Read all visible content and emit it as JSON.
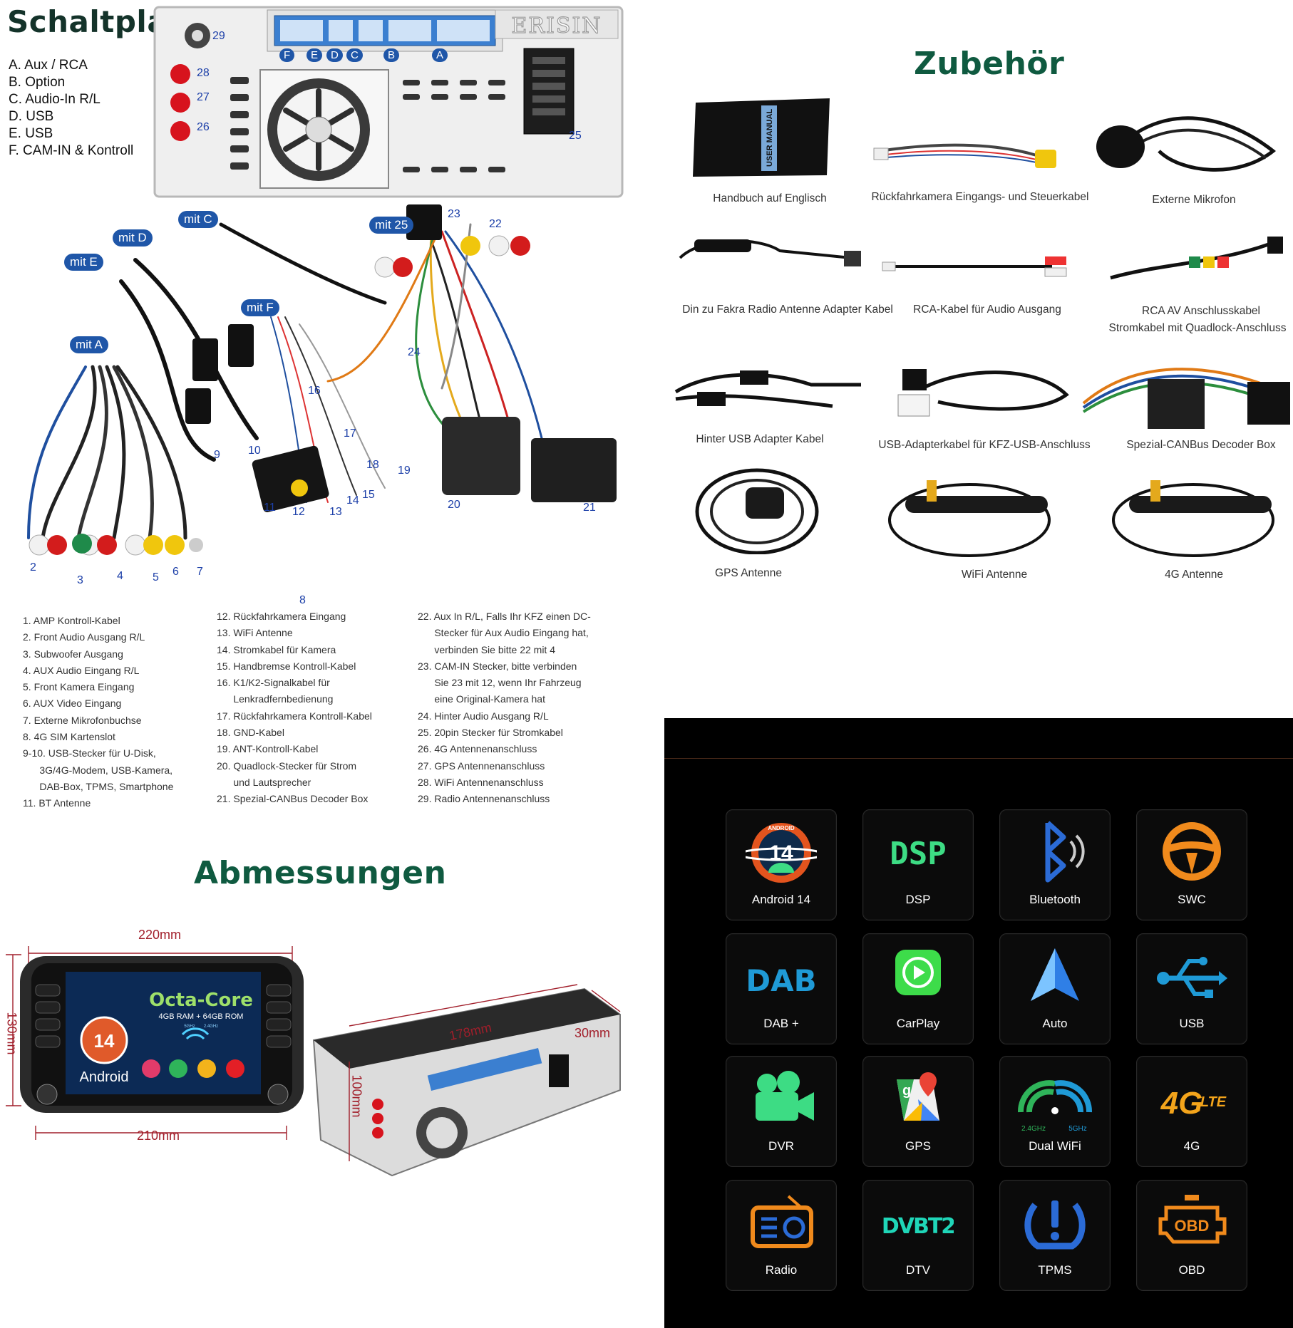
{
  "schaltplan": {
    "title": "Schaltplan",
    "brand": "ERISIN",
    "legend": [
      "A. Aux / RCA",
      "B. Option",
      "C. Audio-In R/L",
      "D. USB",
      "E. USB",
      "F. CAM-IN & Kontroll"
    ],
    "port_letters": [
      "F",
      "E",
      "D",
      "C",
      "B",
      "A"
    ],
    "port_numbers": [
      "29",
      "28",
      "27",
      "26",
      "25"
    ],
    "mit_labels": [
      "mit C",
      "mit D",
      "mit E",
      "mit 25",
      "mit F",
      "mit A"
    ],
    "cable_numbers": [
      "23",
      "22",
      "24",
      "16",
      "17",
      "18",
      "19",
      "9",
      "10",
      "11",
      "12",
      "13",
      "14",
      "15",
      "20",
      "21",
      "2",
      "3",
      "4",
      "5",
      "6",
      "7",
      "8"
    ],
    "list_col1": [
      "1.  AMP Kontroll-Kabel",
      "2.  Front Audio Ausgang R/L",
      "3.  Subwoofer Ausgang",
      "4.  AUX Audio Eingang R/L",
      "5.  Front Kamera Eingang",
      "6.  AUX Video Eingang",
      "7.  Externe Mikrofonbuchse",
      "8.  4G SIM Kartenslot",
      "9-10. USB-Stecker für U-Disk,",
      "      3G/4G-Modem, USB-Kamera,",
      "      DAB-Box, TPMS, Smartphone",
      "11. BT Antenne"
    ],
    "list_col2": [
      "12. Rückfahrkamera Eingang",
      "13. WiFi Antenne",
      "14. Stromkabel für Kamera",
      "15. Handbremse Kontroll-Kabel",
      "16. K1/K2-Signalkabel für",
      "      Lenkradfernbedienung",
      "17. Rückfahrkamera Kontroll-Kabel",
      "18. GND-Kabel",
      "19. ANT-Kontroll-Kabel",
      "20. Quadlock-Stecker für Strom",
      "      und Lautsprecher",
      "21. Spezial-CANBus Decoder Box"
    ],
    "list_col3": [
      "22. Aux In R/L, Falls Ihr KFZ einen DC-",
      "      Stecker für Aux Audio Eingang hat,",
      "      verbinden Sie bitte 22 mit 4",
      "23. CAM-IN Stecker, bitte verbinden",
      "      Sie 23 mit 12, wenn Ihr Fahrzeug",
      "      eine Original-Kamera hat",
      "24. Hinter Audio Ausgang R/L",
      "25. 20pin Stecker für Stromkabel",
      "26. 4G Antennenanschluss",
      "27. GPS Antennenanschluss",
      "28. WiFi Antennenanschluss",
      "29. Radio Antennenanschluss"
    ]
  },
  "zubehoer": {
    "title": "Zubehör",
    "manual_cover": "USER MANUAL",
    "items": [
      "Handbuch auf Englisch",
      "Rückfahrkamera Eingangs- und Steuerkabel",
      "Externe Mikrofon",
      "Din zu Fakra Radio Antenne Adapter Kabel",
      "RCA-Kabel für Audio Ausgang",
      "RCA AV Anschlusskabel",
      "Stromkabel mit Quadlock-Anschluss",
      "Hinter USB Adapter Kabel",
      "USB-Adapterkabel für KFZ-USB-Anschluss",
      "Spezial-CANBus Decoder Box",
      "GPS Antenne",
      "WiFi Antenne",
      "4G Antenne"
    ]
  },
  "abmessungen": {
    "title": "Abmessungen",
    "dims": [
      "220mm",
      "130mm",
      "210mm",
      "178mm",
      "30mm",
      "100mm"
    ],
    "screen_headline": "Octa-Core",
    "screen_spec": "4GB RAM + 64GB ROM",
    "screen_android": "Android",
    "screen_version": "14",
    "wifi_bands": [
      "5GHz",
      "2.4GHz"
    ]
  },
  "features": [
    {
      "label": "Android 14",
      "icon": "android-14-icon"
    },
    {
      "label": "DSP",
      "icon": "dsp-icon"
    },
    {
      "label": "Bluetooth",
      "icon": "bluetooth-icon"
    },
    {
      "label": "SWC",
      "icon": "steering-wheel-icon"
    },
    {
      "label": "DAB +",
      "icon": "dab-icon"
    },
    {
      "label": "CarPlay",
      "icon": "carplay-icon"
    },
    {
      "label": "Auto",
      "icon": "android-auto-icon"
    },
    {
      "label": "USB",
      "icon": "usb-icon"
    },
    {
      "label": "DVR",
      "icon": "dvr-camera-icon"
    },
    {
      "label": "GPS",
      "icon": "gps-map-icon"
    },
    {
      "label": "Dual WiFi",
      "icon": "dual-wifi-icon"
    },
    {
      "label": "4G",
      "icon": "4g-lte-icon"
    },
    {
      "label": "Radio",
      "icon": "radio-icon"
    },
    {
      "label": "DTV",
      "icon": "dvbt2-icon"
    },
    {
      "label": "TPMS",
      "icon": "tpms-icon"
    },
    {
      "label": "OBD",
      "icon": "obd-icon"
    }
  ],
  "feature_icon_text": {
    "android_badge": "ANDROID",
    "android_num": "14",
    "dsp": "DSP",
    "dab": "DAB",
    "wifi_24": "2.4GHz",
    "wifi_5": "5GHz",
    "lte_4g": "4G",
    "lte": "LTE",
    "dvbt2": "DVBT2",
    "obd": "OBD",
    "gps_g": "g"
  },
  "colors": {
    "heading_green": "#0f5a40",
    "number_blue": "#1c3fa8",
    "dimension_red": "#a11e2a",
    "feature_bg": "#000000"
  }
}
